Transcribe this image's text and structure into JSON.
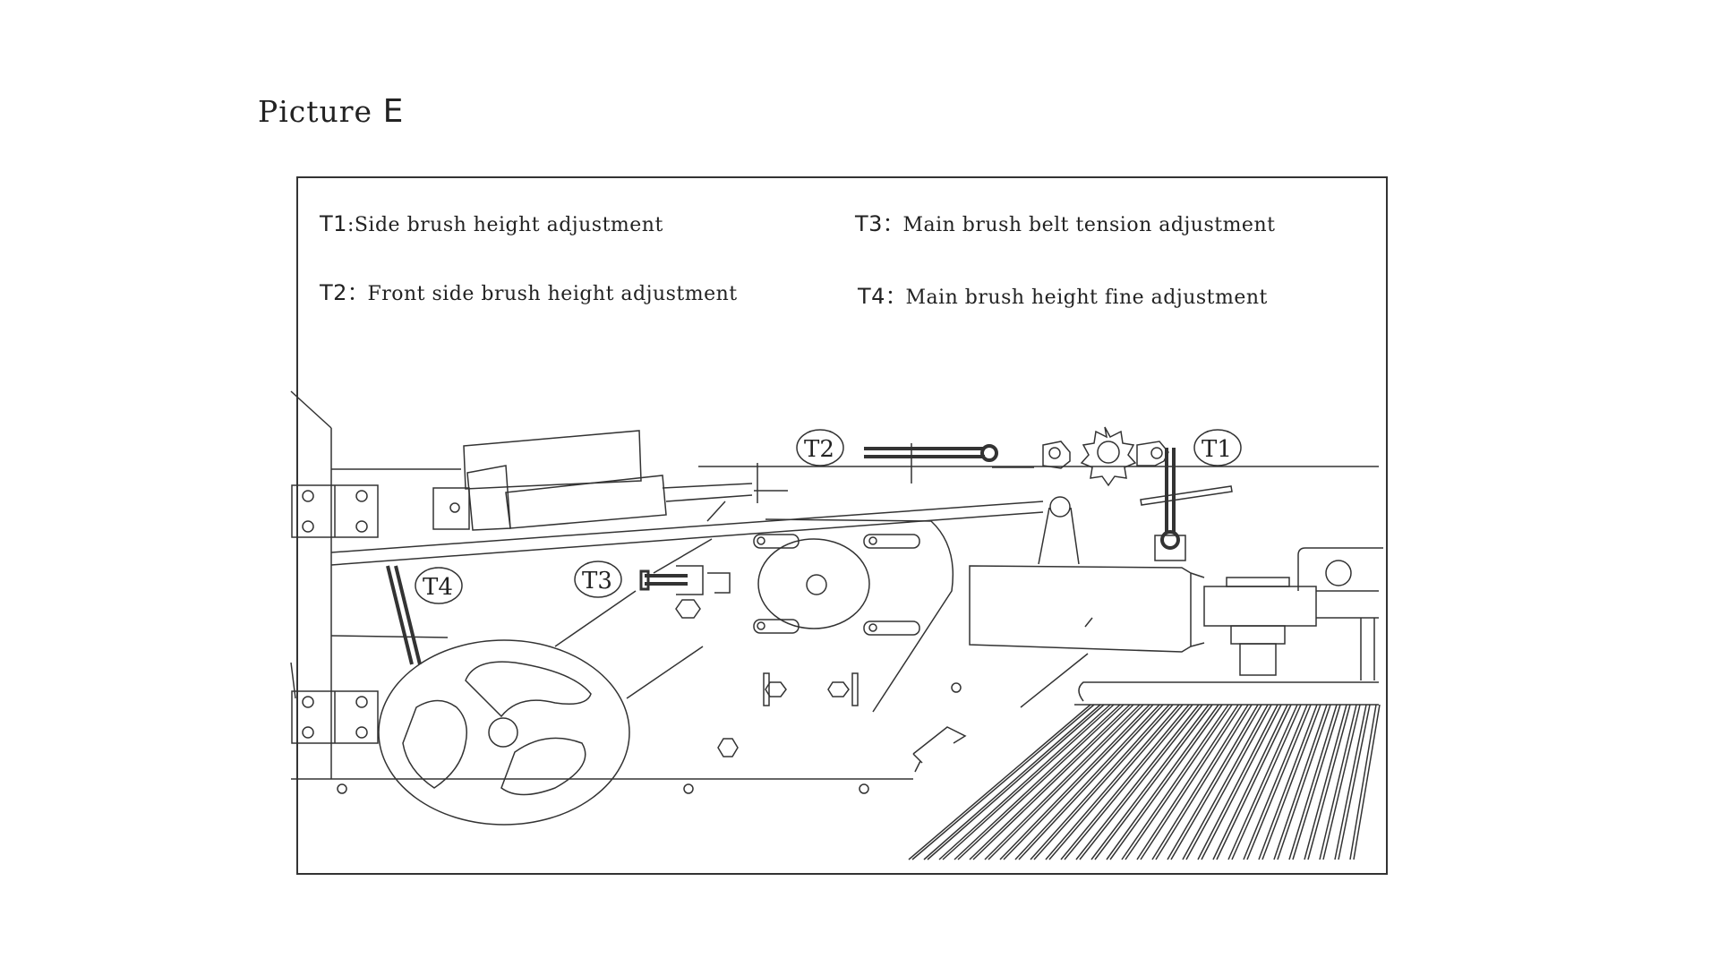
{
  "title": {
    "prefix": "Picture",
    "letter": "E"
  },
  "legend": [
    {
      "code": "T1",
      "sep": ":",
      "text": "Side brush height adjustment"
    },
    {
      "code": "T2",
      "sep": "：",
      "text": "Front side brush height adjustment"
    },
    {
      "code": "T3",
      "sep": "：",
      "text": "Main brush belt tension adjustment"
    },
    {
      "code": "T4",
      "sep": "：",
      "text": "Main brush height fine adjustment"
    }
  ],
  "callouts": {
    "t1": "T1",
    "t2": "T2",
    "t3": "T3",
    "t4": "T4"
  },
  "colors": {
    "line": "#333333",
    "background": "#ffffff"
  }
}
